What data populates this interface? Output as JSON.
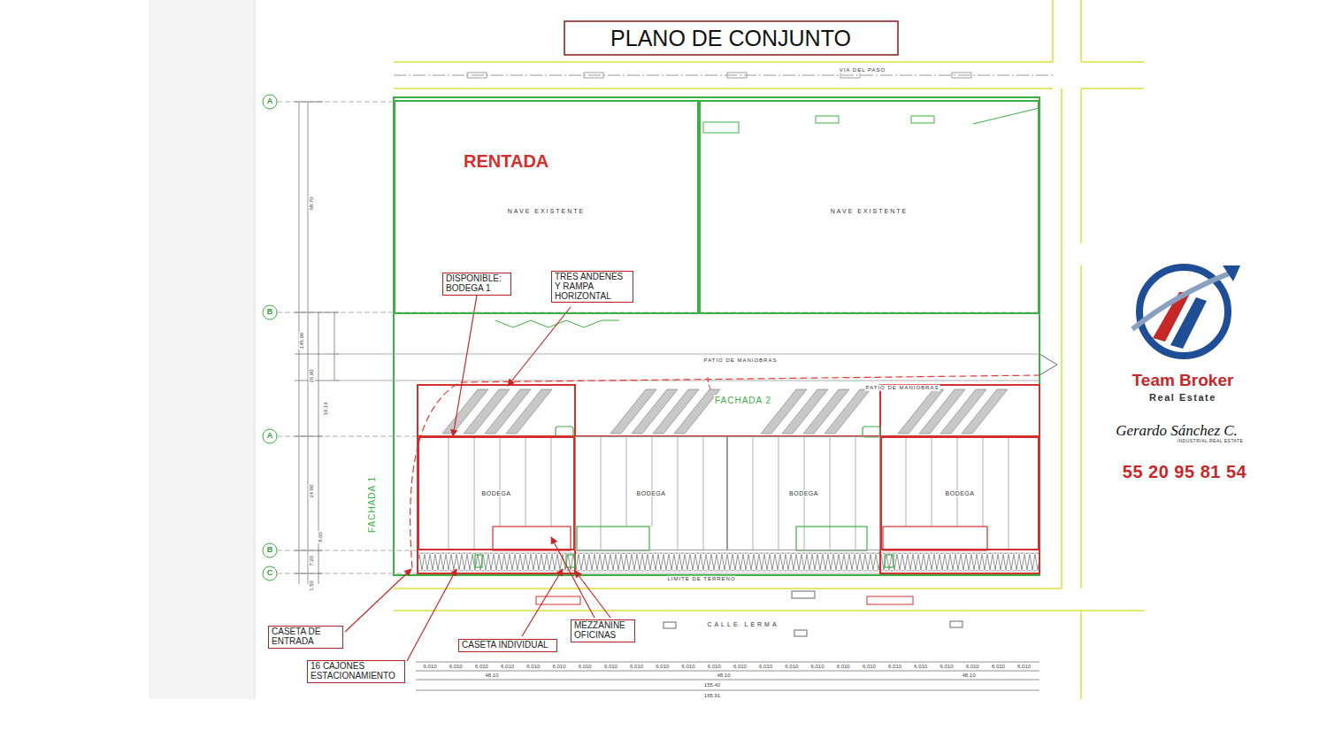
{
  "diagram": {
    "title": "PLANO DE CONJUNTO",
    "nodes": [
      {
        "text": [
          "RENTADA",
          "NAVE EXISTENTE"
        ]
      },
      {
        "text": [
          "NAVE EXISTENTE"
        ]
      },
      {
        "text": [
          "DISPONIBLE: BODEGA 1"
        ]
      },
      {
        "text": [
          "TRES ANDENES Y RAMPA HORIZONTAL"
        ]
      },
      {
        "text": [
          "BODEGA"
        ]
      },
      {
        "text": [
          "BODEGA"
        ]
      },
      {
        "text": [
          "BODEGA"
        ]
      },
      {
        "text": [
          "BODEGA"
        ]
      },
      {
        "text": [
          "CASETA DE ENTRADA"
        ]
      },
      {
        "text": [
          "16 CAJONES ESTACIONAMIENTO"
        ]
      },
      {
        "text": [
          "CASETA INDIVIDUAL"
        ]
      },
      {
        "text": [
          "MEZZANINE OFICINAS"
        ]
      }
    ],
    "edges": [
      {
        "from": 2,
        "to": 4,
        "arrow": "to"
      }
    ],
    "labels": [
      "VIA DEL PASO",
      "FACHADA 1",
      "FACHADA 2",
      "PATIO DE MANIOBRAS",
      "PATIO DE MANIOBRAS",
      "LIMITE DE TERRENO",
      "CALLE LERMA",
      "A",
      "B",
      "A",
      "B",
      "C",
      "Team Broker",
      "Real Estate",
      "Gerardo Sánchez C.",
      "INDUSTRIAL REAL ESTATE",
      "55 20 95 81 54",
      "68.70",
      "145.90",
      "26.90",
      "19.19",
      "24.00",
      "8.00",
      "7.20",
      "1.50",
      "48.10",
      "48.10",
      "48.10",
      "155.40",
      "165.91",
      "6.010",
      "6.010",
      "6.010",
      "6.010",
      "6.010",
      "6.010",
      "6.010",
      "6.010",
      "6.010",
      "6.010",
      "6.010",
      "6.010",
      "6.010",
      "6.010",
      "6.010",
      "6.010",
      "6.010",
      "6.010",
      "6.010",
      "6.010",
      "6.010",
      "6.010",
      "6.010",
      "6.010"
    ]
  }
}
